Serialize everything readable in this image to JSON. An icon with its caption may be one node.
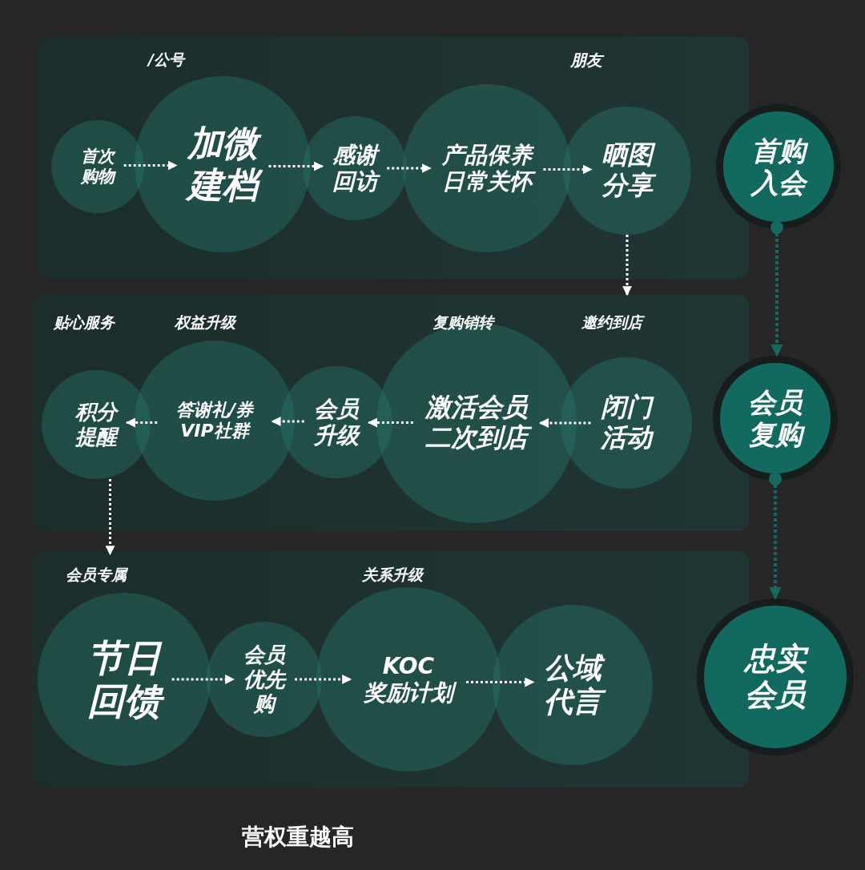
{
  "diagram": {
    "nodes": [
      {
        "text": [],
        "shape": "box"
      },
      {
        "text": [
          "首次购物"
        ],
        "in": 0
      },
      {
        "text": [
          "加微建档"
        ],
        "in": 0,
        "beside": [
          "/公号"
        ]
      },
      {
        "text": [
          "感谢回访"
        ],
        "in": 0
      },
      {
        "text": [
          "产品保养日常关怀"
        ],
        "in": 0
      },
      {
        "text": [
          "晒图分享"
        ],
        "in": 0
      },
      {
        "text": [
          "首购入会"
        ]
      },
      {
        "text": [],
        "shape": "box"
      },
      {
        "text": [
          "积分提醒"
        ],
        "in": 7
      },
      {
        "text": [
          "答谢礼/券 VIP社群"
        ],
        "in": 7,
        "beside": [
          "权益升级"
        ]
      },
      {
        "text": [
          "会员升级"
        ],
        "in": 7
      },
      {
        "text": [
          "激活会员二次到店"
        ],
        "in": 7,
        "beside": [
          "复购销转"
        ]
      },
      {
        "text": [
          "闭门活动"
        ],
        "in": 7
      },
      {
        "text": [
          "会员复购"
        ]
      },
      {
        "text": [],
        "shape": "box"
      },
      {
        "text": [
          "节日回馈"
        ],
        "in": 14,
        "beside": [
          "会员专属"
        ]
      },
      {
        "text": [
          "会员优先购"
        ],
        "in": 14
      },
      {
        "text": [
          "KOC奖励计划"
        ],
        "in": 14,
        "beside": [
          "关系升级"
        ]
      },
      {
        "text": [
          "公域代言"
        ],
        "in": 14
      },
      {
        "text": [
          "忠实会员"
        ]
      }
    ],
    "edges": [
      {
        "from": 1,
        "to": 2,
        "arrow": "to"
      },
      {
        "from": 2,
        "to": 3,
        "arrow": "to"
      },
      {
        "from": 3,
        "to": 4,
        "arrow": "to"
      },
      {
        "from": 4,
        "to": 5,
        "arrow": "to"
      },
      {
        "from": 5,
        "to": 7,
        "arrow": "to"
      },
      {
        "from": 12,
        "to": 11,
        "arrow": "to"
      },
      {
        "from": 11,
        "to": 10,
        "arrow": "to"
      },
      {
        "from": 10,
        "to": 9,
        "arrow": "to"
      },
      {
        "from": 9,
        "to": 8,
        "arrow": "to"
      },
      {
        "from": 8,
        "to": 15,
        "arrow": "to"
      },
      {
        "from": 15,
        "to": 16,
        "arrow": "to"
      },
      {
        "from": 16,
        "to": 17,
        "arrow": "to"
      },
      {
        "from": 17,
        "to": 18,
        "arrow": "to"
      },
      {
        "from": 6,
        "to": 13,
        "arrow": "to",
        "color": "#17695f"
      },
      {
        "from": 13,
        "to": 19,
        "arrow": "to",
        "color": "#17695f"
      }
    ],
    "labels": [
      "朋友",
      "贴心服务",
      "邀约到店",
      "营权重越高"
    ]
  }
}
